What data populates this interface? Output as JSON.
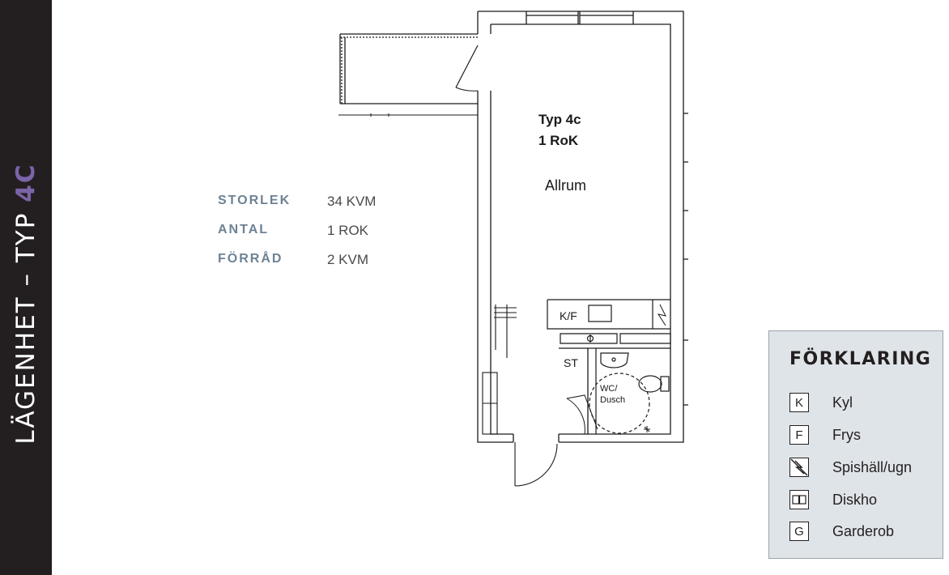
{
  "sidebar": {
    "title_prefix": "LÄGENHET – TYP ",
    "title_accent": "4C",
    "accent_color": "#7b64a8",
    "background": "#231f20"
  },
  "specs": [
    {
      "label": "STORLEK",
      "value": "34 KVM"
    },
    {
      "label": "ANTAL",
      "value": "1 ROK"
    },
    {
      "label": "FÖRRÅD",
      "value": "2 KVM"
    }
  ],
  "plan": {
    "type_label": "Typ 4c",
    "rooms_label": "1 RoK",
    "living_room": "Allrum",
    "kf_label": "K/F",
    "st_label": "ST",
    "wc_line1": "WC/",
    "wc_line2": "Dusch"
  },
  "legend": {
    "title": "FÖRKLARING",
    "items": [
      {
        "symbol": "K",
        "label": "Kyl",
        "icon": "kyl-icon"
      },
      {
        "symbol": "F",
        "label": "Frys",
        "icon": "frys-icon"
      },
      {
        "symbol": "",
        "label": "Spishäll/ugn",
        "icon": "stove-icon"
      },
      {
        "symbol": "",
        "label": "Diskho",
        "icon": "sink-icon"
      },
      {
        "symbol": "G",
        "label": "Garderob",
        "icon": "wardrobe-icon"
      }
    ]
  }
}
